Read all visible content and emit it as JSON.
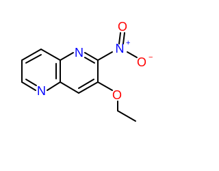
{
  "molecule": {
    "atoms": {
      "n_pyridine_ring1": {
        "symbol": "N",
        "color": "#0000ff"
      },
      "n_pyridine_ring2": {
        "symbol": "N",
        "color": "#0000ff"
      },
      "n_nitro": {
        "symbol": "N",
        "color": "#0000ff",
        "charge": "+"
      },
      "o_nitro_double": {
        "symbol": "O",
        "color": "#ff0000"
      },
      "o_nitro_single": {
        "symbol": "O",
        "color": "#ff0000",
        "charge": "−"
      },
      "o_ethoxy": {
        "symbol": "O",
        "color": "#ff0000"
      }
    },
    "bond_color": "#000000"
  }
}
